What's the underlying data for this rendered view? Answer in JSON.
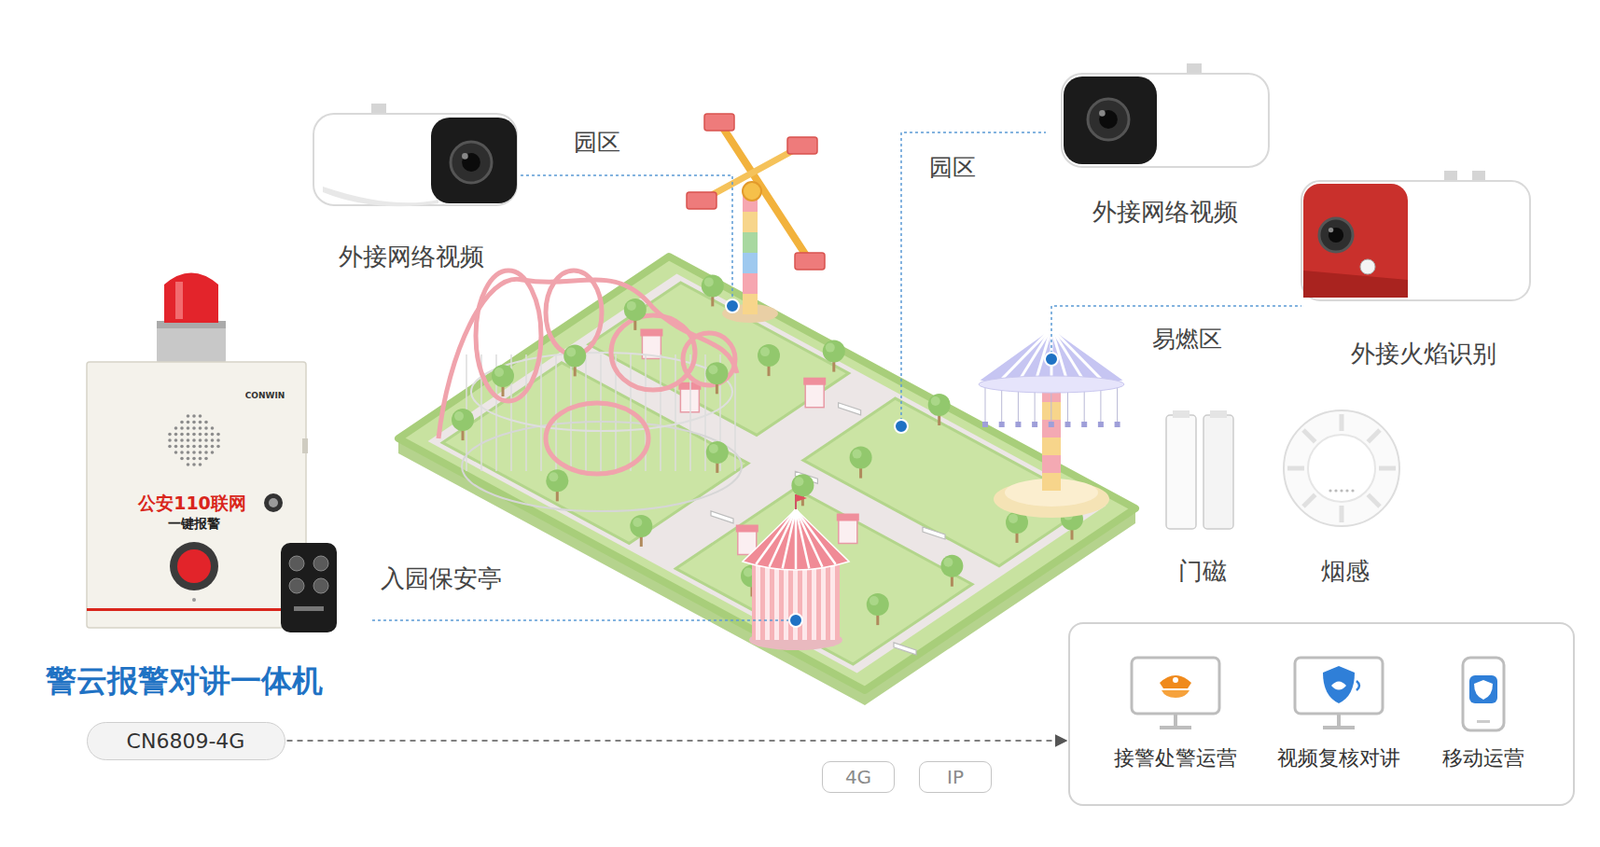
{
  "diagram": {
    "nodes": [
      {
        "text": [
          "CN6809-4G"
        ]
      },
      {
        "text": [
          "4G"
        ]
      },
      {
        "text": [
          "IP"
        ]
      },
      {
        "text": []
      },
      {
        "text": [
          "接警处警运营"
        ],
        "in": 3
      },
      {
        "text": [
          "视频复核对讲"
        ],
        "in": 3
      },
      {
        "text": [
          "移动运营"
        ],
        "in": 3
      }
    ],
    "edges": [
      {
        "from": 0,
        "to": 3,
        "arrow": "to"
      }
    ],
    "labels": [
      "园区",
      "外接网络视频",
      "园区",
      "外接网络视频",
      "易燃区",
      "外接火焰识别",
      "门磁",
      "烟感",
      "入园保安亭",
      "CONWIN",
      "公安110联网",
      "一键报警",
      "警云报警对讲一体机"
    ]
  }
}
